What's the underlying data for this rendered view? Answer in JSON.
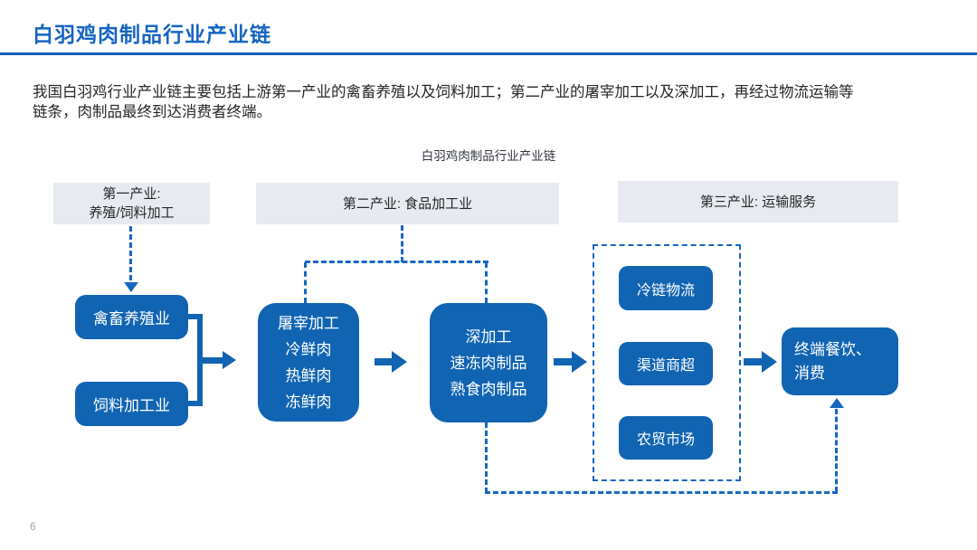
{
  "colors": {
    "title_blue": "#1565C0",
    "rule_blue": "#1460B8",
    "node_blue": "#1164B2",
    "dashed_line_blue": "#1767C2",
    "stage_header_bg": "#E7EBF1",
    "body_text": "#262626",
    "page_number_gray": "#9FA8B6"
  },
  "header": {
    "title": "白羽鸡肉制品行业产业链"
  },
  "intro": {
    "text": "我国白羽鸡行业产业链主要包括上游第一产业的禽畜养殖以及饲料加工；第二产业的屠宰加工以及深加工，再经过物流运输等\n链条，肉制品最终到达消费者终端。"
  },
  "diagram": {
    "caption": "白羽鸡肉制品行业产业链",
    "stage_headers": [
      {
        "label": "第一产业:\n养殖/饲料加工"
      },
      {
        "label": "第二产业: 食品加工业"
      },
      {
        "label": "第三产业: 运输服务"
      }
    ],
    "nodes": {
      "poultry_farming": "禽畜养殖业",
      "feed_processing": "饲料加工业",
      "slaughter": "屠宰加工\n冷鲜肉\n热鲜肉\n冻鲜肉",
      "deep_processing": "深加工\n速冻肉制品\n熟食肉制品",
      "cold_chain": "冷链物流",
      "retail_channel": "渠道商超",
      "farmers_market": "农贸市场",
      "terminal": "终端餐饮、\n消费"
    }
  },
  "footer": {
    "page_number": "6"
  }
}
